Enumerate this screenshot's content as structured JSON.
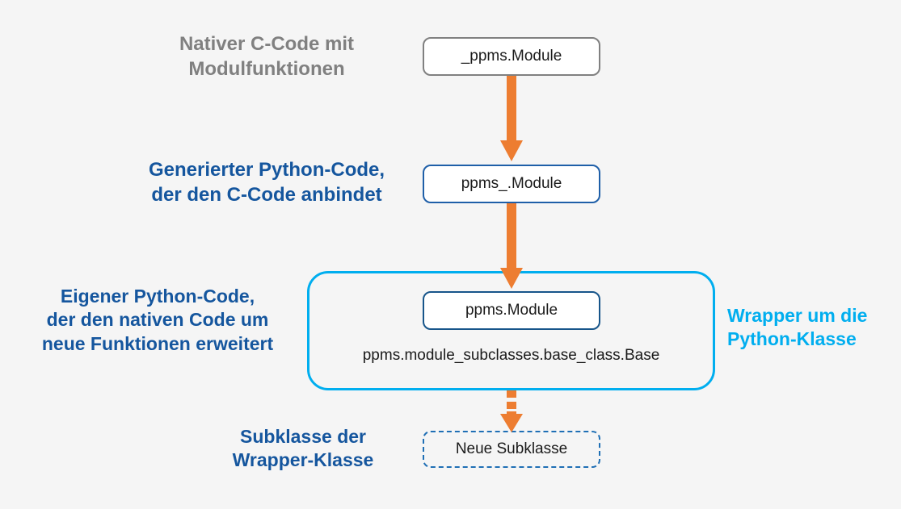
{
  "diagram": {
    "background_color": "#f5f5f5",
    "accent_orange": "#ed7d31",
    "accent_cyan": "#00aeef",
    "accent_blue": "#15569e",
    "accent_gray": "#808080"
  },
  "labels": {
    "native": "Nativer C-Code mit\nModulfunktionen",
    "generated": "Generierter Python-Code,\nder den C-Code anbindet",
    "own": "Eigener Python-Code,\nder den nativen Code um\nneue Funktionen erweitert",
    "wrapper": "Wrapper um die\nPython-Klasse",
    "subclass": "Subklasse der\nWrapper-Klasse"
  },
  "nodes": {
    "native": "_ppms.Module",
    "generated": "ppms_.Module",
    "wrapper_class": "ppms.Module",
    "base_class": "ppms.module_subclasses.base_class.Base",
    "subclass": "Neue Subklasse"
  },
  "connectors": [
    {
      "name": "native-to-generated",
      "style": "solid",
      "direction": "down"
    },
    {
      "name": "generated-to-wrapper",
      "style": "solid",
      "direction": "down"
    },
    {
      "name": "wrapper-to-subclass",
      "style": "dashed",
      "direction": "down"
    }
  ]
}
